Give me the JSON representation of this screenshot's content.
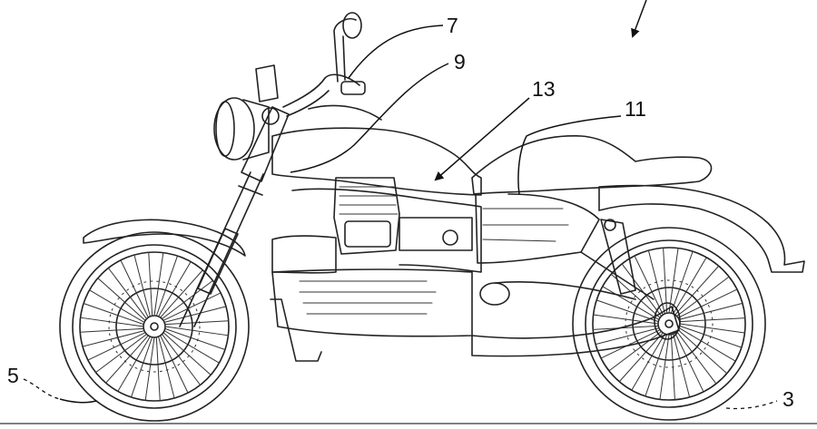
{
  "reference_numerals": {
    "rear_wheel": "3",
    "front_wheel": "5",
    "handlebar_control": "7",
    "fuel_tank": "9",
    "seat": "11",
    "body_side": "13"
  },
  "colors": {
    "line": "#222222",
    "background": "#ffffff"
  }
}
